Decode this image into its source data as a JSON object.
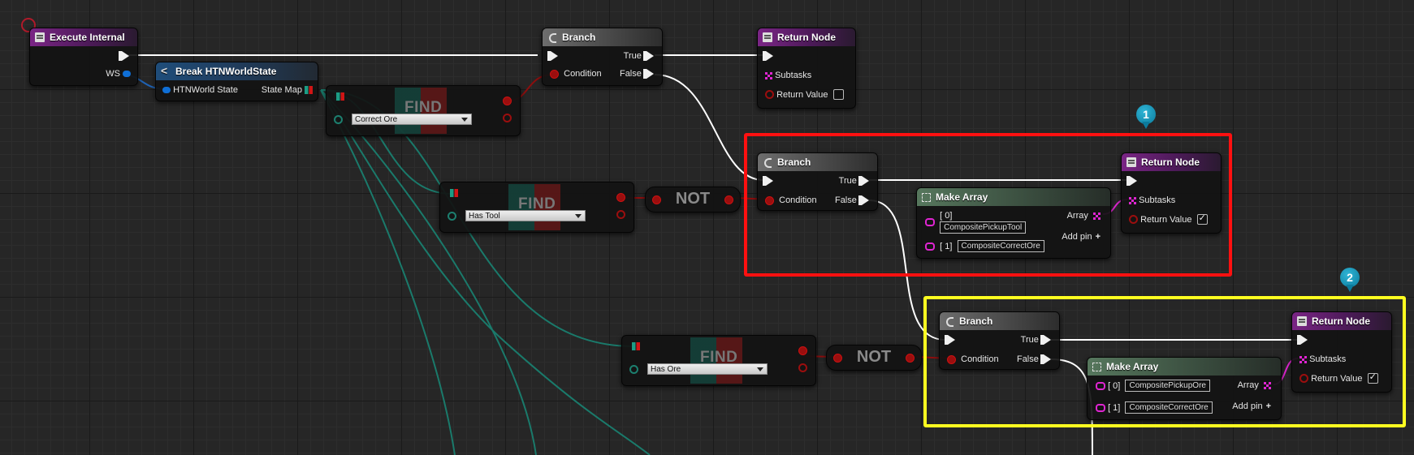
{
  "nodes": {
    "execute_internal": {
      "title": "Execute Internal",
      "ws_label": "WS"
    },
    "break_ws": {
      "title": "Break HTNWorldState",
      "in_label": "HTNWorld State",
      "out_label": "State Map"
    },
    "find1": {
      "title": "FIND",
      "key": "Correct Ore"
    },
    "find2": {
      "title": "FIND",
      "key": "Has Tool"
    },
    "find3": {
      "title": "FIND",
      "key": "Has Ore"
    },
    "not1": {
      "title": "NOT"
    },
    "not2": {
      "title": "NOT"
    },
    "branch1": {
      "title": "Branch",
      "condition": "Condition",
      "true_label": "True",
      "false_label": "False"
    },
    "branch2": {
      "title": "Branch",
      "condition": "Condition",
      "true_label": "True",
      "false_label": "False"
    },
    "branch3": {
      "title": "Branch",
      "condition": "Condition",
      "true_label": "True",
      "false_label": "False"
    },
    "return1": {
      "title": "Return Node",
      "subtasks": "Subtasks",
      "return_value": "Return Value",
      "checked": false
    },
    "return2": {
      "title": "Return Node",
      "subtasks": "Subtasks",
      "return_value": "Return Value",
      "checked": true
    },
    "return3": {
      "title": "Return Node",
      "subtasks": "Subtasks",
      "return_value": "Return Value",
      "checked": true
    },
    "make_array1": {
      "title": "Make Array",
      "idx0": "[ 0]",
      "val0": "CompositePickupTool",
      "idx1": "[ 1]",
      "val1": "CompositeCorrectOre",
      "array_label": "Array",
      "add_pin": "Add pin"
    },
    "make_array2": {
      "title": "Make Array",
      "idx0": "[ 0]",
      "val0": "CompositePickupOre",
      "idx1": "[ 1]",
      "val1": "CompositeCorrectOre",
      "array_label": "Array",
      "add_pin": "Add pin"
    }
  },
  "markers": {
    "m1": "1",
    "m2": "2"
  },
  "colors": {
    "exec_wire": "#ffffff",
    "bool_wire": "#8c0e0e",
    "map_wire": "#1a7a6b",
    "array_wire": "#e025d2",
    "struct_wire": "#1f62b3",
    "highlight_red": "#ff1010",
    "highlight_yellow": "#ffff20"
  }
}
